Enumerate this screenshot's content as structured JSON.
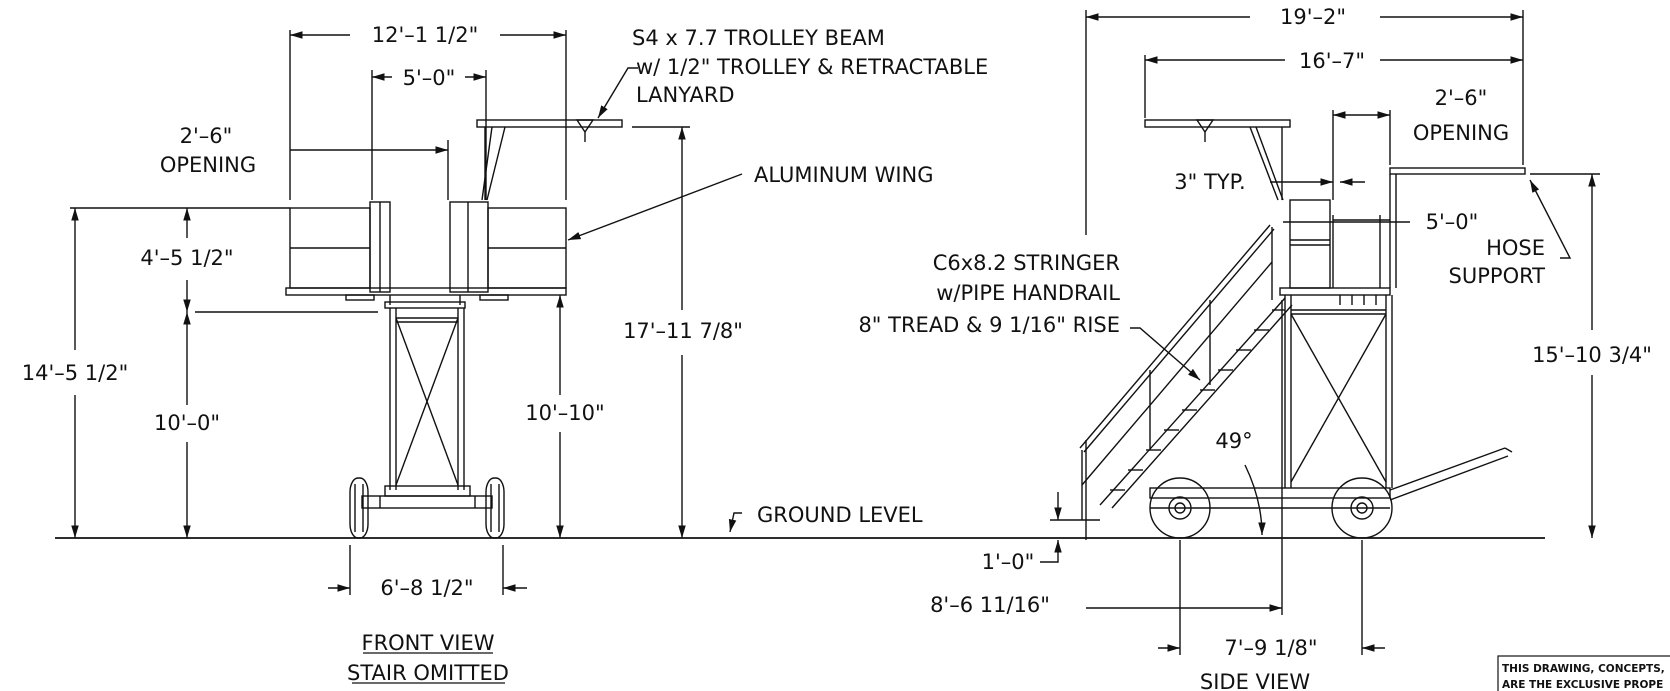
{
  "front": {
    "title": "FRONT VIEW",
    "subtitle": "STAIR OMITTED",
    "dims": {
      "overall_width": "12'–1 1/2\"",
      "center_width": "5'–0\"",
      "opening_value": "2'–6\"",
      "opening_label": "OPENING",
      "wing_height": "4'–5 1/2\"",
      "overall_height": "14'–5 1/2\"",
      "lower_height": "10'–0\"",
      "deck_height": "10'–10\"",
      "beam_height": "17'–11 7/8\"",
      "wheel_track": "6'–8 1/2\""
    }
  },
  "side": {
    "title": "SIDE VIEW",
    "dims": {
      "overall_length": "19'–2\"",
      "beam_length": "16'–7\"",
      "opening_value": "2'–6\"",
      "opening_label": "OPENING",
      "typ": "3\" TYP.",
      "platform_width": "5'–0\"",
      "overall_height": "15'–10 3/4\"",
      "step_height": "1'–0\"",
      "stair_run": "8'–6 11/16\"",
      "wheelbase": "7'–9 1/8\"",
      "angle": "49°"
    }
  },
  "notes": {
    "trolley_l1": "S4 x 7.7 TROLLEY BEAM",
    "trolley_l2": "w/ 1/2\" TROLLEY & RETRACTABLE",
    "trolley_l3": "LANYARD",
    "wing": "ALUMINUM WING",
    "stringer_l1": "C6x8.2 STRINGER",
    "stringer_l2": "w/PIPE HANDRAIL",
    "stringer_l3": "8\" TREAD & 9 1/16\" RISE",
    "hose_l1": "HOSE",
    "hose_l2": "SUPPORT",
    "ground": "GROUND LEVEL"
  },
  "disclaimer": {
    "line1": "THIS DRAWING, CONCEPTS,",
    "line2": "ARE THE EXCLUSIVE PROPE"
  }
}
